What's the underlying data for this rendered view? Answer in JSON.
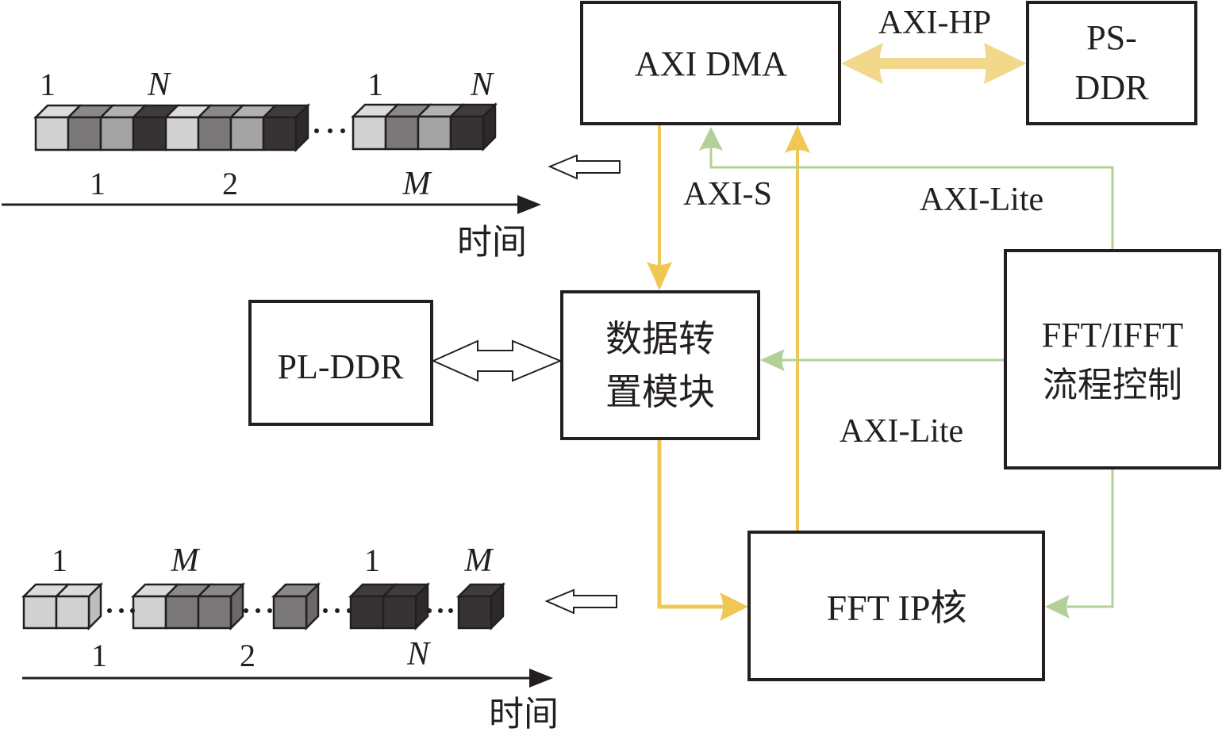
{
  "colors": {
    "data_path": "#f0c753",
    "hp_path": "#f2d88a",
    "control_path": "#b3d196",
    "stroke": "#231f20",
    "cell_light": "#d1d1d1",
    "cell_mid": "#7a7879",
    "cell_gray": "#a5a4a4",
    "cell_dark": "#373233"
  },
  "blocks": {
    "axi_dma": "AXI DMA",
    "ps_ddr_line1": "PS-",
    "ps_ddr_line2": "DDR",
    "pl_ddr": "PL-DDR",
    "transpose_line1": "数据转",
    "transpose_line2": "置模块",
    "flow_ctrl_line1": "FFT/IFFT",
    "flow_ctrl_line2": "流程控制",
    "fft_ip": "FFT IP核"
  },
  "bus_labels": {
    "axi_hp": "AXI-HP",
    "axi_s": "AXI-S",
    "axi_lite_top": "AXI-Lite",
    "axi_lite_mid": "AXI-Lite"
  },
  "top_sequence": {
    "above_labels": [
      "1",
      "N",
      "1",
      "N"
    ],
    "below_labels": [
      "1",
      "2",
      "M"
    ],
    "axis_label": "时间",
    "ellipsis": "…",
    "groups": [
      {
        "cells": [
          "light",
          "mid",
          "gray",
          "dark"
        ]
      },
      {
        "cells": [
          "light",
          "mid",
          "gray",
          "dark"
        ]
      },
      {
        "cells": [
          "light",
          "mid",
          "gray",
          "dark"
        ]
      }
    ]
  },
  "bottom_sequence": {
    "above_labels": [
      "1",
      "M",
      "1",
      "M"
    ],
    "below_labels": [
      "1",
      "2",
      "N"
    ],
    "axis_label": "时间",
    "groups": [
      {
        "cells": [
          "light",
          "light"
        ]
      },
      {
        "cells": [
          "light",
          "mid",
          "mid"
        ]
      },
      {
        "cells": [
          "mid"
        ]
      },
      {
        "cells": [
          "dark",
          "dark"
        ]
      },
      {
        "cells": [
          "dark"
        ]
      }
    ]
  }
}
